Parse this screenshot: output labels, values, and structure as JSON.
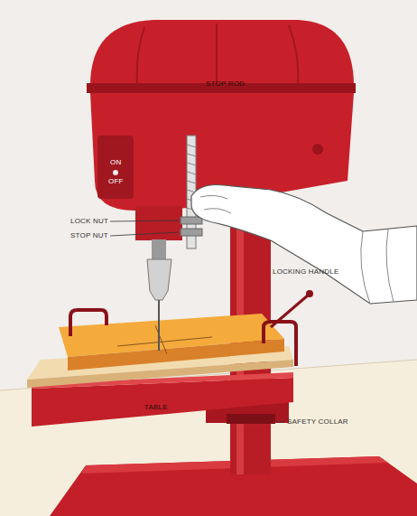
{
  "diagram": {
    "labels": [
      "STOP ROD",
      "ON",
      "OFF",
      "LOCK NUT",
      "STOP NUT",
      "LOCKING HANDLE",
      "TABLE",
      "SAFETY COLLAR"
    ]
  }
}
